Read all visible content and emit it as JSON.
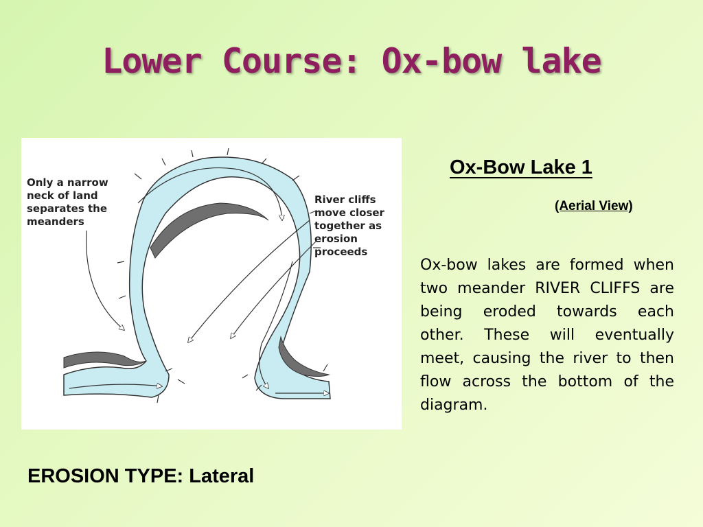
{
  "slide": {
    "title": "Lower Course: Ox-bow lake",
    "erosion_type": "EROSION TYPE: Lateral",
    "heading": "Ox-Bow Lake 1",
    "subheading": "(Aerial View)",
    "body": "Ox-bow lakes are formed when two meander RIVER CLIFFS are being eroded towards each other. These will eventually meet, causing the river to then flow across the bottom of the diagram."
  },
  "diagram": {
    "label_left": [
      "Only a narrow",
      "neck of land",
      "separates the",
      "meanders"
    ],
    "label_right": [
      "River cliffs",
      "move closer",
      "together as",
      "erosion",
      "proceeds"
    ]
  },
  "colors": {
    "title": "#8e1f5e",
    "river": "#c9ecf3",
    "cliff": "#6f6f6f"
  }
}
